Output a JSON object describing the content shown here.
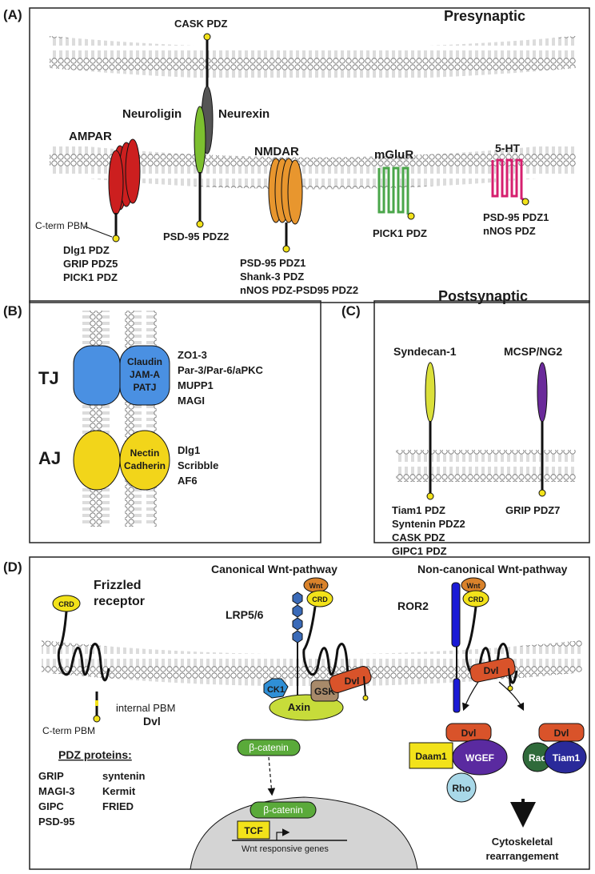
{
  "panelA": {
    "label": "(A)",
    "presynaptic": "Presynaptic",
    "postsynaptic": "Postsynaptic",
    "cask": "CASK PDZ",
    "neuroligin": "Neuroligin",
    "neurexin": "Neurexin",
    "ampar": "AMPAR",
    "cterm": "C-term PBM",
    "ampar_bind": [
      "Dlg1 PDZ",
      "GRIP PDZ5",
      "PICK1 PDZ"
    ],
    "psd95pdz2": "PSD-95 PDZ2",
    "nmdar": "NMDAR",
    "nmdar_bind": [
      "PSD-95 PDZ1",
      "Shank-3 PDZ",
      "nNOS PDZ-PSD95 PDZ2"
    ],
    "mglur": "mGluR",
    "mglur_bind": "PICK1 PDZ",
    "ht5": "5-HT",
    "ht5_bind": [
      "PSD-95 PDZ1",
      "nNOS PDZ"
    ]
  },
  "panelB": {
    "label": "(B)",
    "tj": "TJ",
    "aj": "AJ",
    "tj_proteins": [
      "Claudin",
      "JAM-A",
      "PATJ"
    ],
    "aj_proteins": [
      "Nectin",
      "Cadherin"
    ],
    "tj_bind": [
      "ZO1-3",
      "Par-3/Par-6/aPKC",
      "MUPP1",
      "MAGI"
    ],
    "aj_bind": [
      "Dlg1",
      "Scribble",
      "AF6"
    ]
  },
  "panelC": {
    "label": "(C)",
    "syndecan": "Syndecan-1",
    "mcsp": "MCSP/NG2",
    "syndecan_bind": [
      "Tiam1 PDZ",
      "Syntenin PDZ2",
      "CASK PDZ",
      "GIPC1 PDZ"
    ],
    "mcsp_bind": "GRIP PDZ7"
  },
  "panelD": {
    "label": "(D)",
    "frizzled": [
      "Frizzled",
      "receptor"
    ],
    "crd": "CRD",
    "internal_pbm": "internal PBM",
    "dvl": "Dvl",
    "cterm": "C-term PBM",
    "pdz_title": "PDZ proteins:",
    "pdz_col1": [
      "GRIP",
      "MAGI-3",
      "GIPC",
      "PSD-95"
    ],
    "pdz_col2": [
      "syntenin",
      "Kermit",
      "FRIED"
    ],
    "canonical": "Canonical Wnt-pathway",
    "noncanonical": "Non-canonical Wnt-pathway",
    "lrp": "LRP5/6",
    "wnt": "Wnt",
    "ck1": "CK1",
    "gsk": "GSK",
    "axin": "Axin",
    "bcat": "β-catenin",
    "tcf": "TCF",
    "wnt_genes": "Wnt responsive genes",
    "ror2": "ROR2",
    "daam1": "Daam1",
    "wgef": "WGEF",
    "rho": "Rho",
    "rac": "Rac",
    "tiam1": "Tiam1",
    "cyto": [
      "Cytoskeletal",
      "rearrangement"
    ]
  },
  "colors": {
    "ampar": "#cc1f1f",
    "neuroligin": "#7cbf2f",
    "neurexin": "#555555",
    "nmdar": "#e8962e",
    "mglur": "#4aa64a",
    "ht5": "#d6206f",
    "tj": "#4a90e2",
    "aj": "#f2d51a",
    "syndecan": "#dbe03a",
    "mcsp": "#6a2a9a",
    "dvl": "#d9532a",
    "wnt": "#d9822b",
    "crd": "#f2e21a",
    "axin": "#c7dc3a",
    "gsk": "#a88a6a",
    "ck1": "#2f8fd6",
    "bcat": "#5aaa3a",
    "tcf": "#f2e21a",
    "daam1": "#f2e21a",
    "wgef": "#5a2aa0",
    "rho": "#a8d8e8",
    "rac": "#2f6a3a",
    "tiam1": "#2a2a9a",
    "ror2": "#1a1ad6",
    "lrp": "#3a6ab8"
  }
}
